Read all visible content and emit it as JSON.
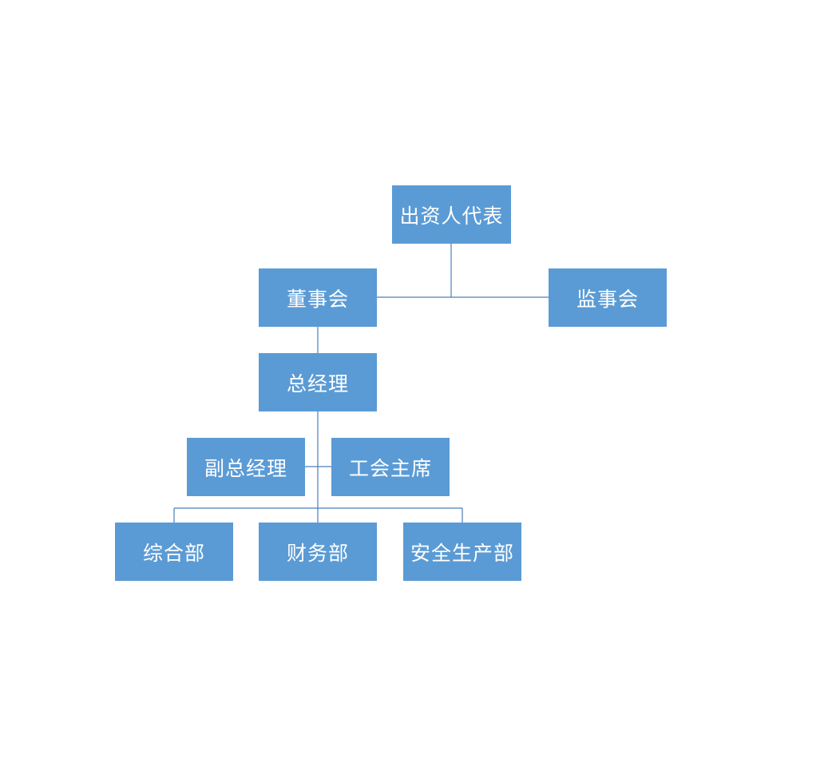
{
  "org_chart": {
    "nodes": {
      "investor": "出资人代表",
      "board": "董事会",
      "supervisor": "监事会",
      "gm": "总经理",
      "deputy": "副总经理",
      "union": "工会主席",
      "general_dept": "综合部",
      "finance_dept": "财务部",
      "safety_dept": "安全生产部"
    },
    "edges": [
      [
        "investor",
        "board"
      ],
      [
        "investor",
        "supervisor"
      ],
      [
        "board",
        "gm"
      ],
      [
        "gm",
        "deputy"
      ],
      [
        "gm",
        "union"
      ],
      [
        "gm",
        "general_dept"
      ],
      [
        "gm",
        "finance_dept"
      ],
      [
        "gm",
        "safety_dept"
      ]
    ],
    "colors": {
      "box_fill": "#5b9bd5",
      "box_text": "#ffffff",
      "connector": "#4a7fba"
    }
  }
}
